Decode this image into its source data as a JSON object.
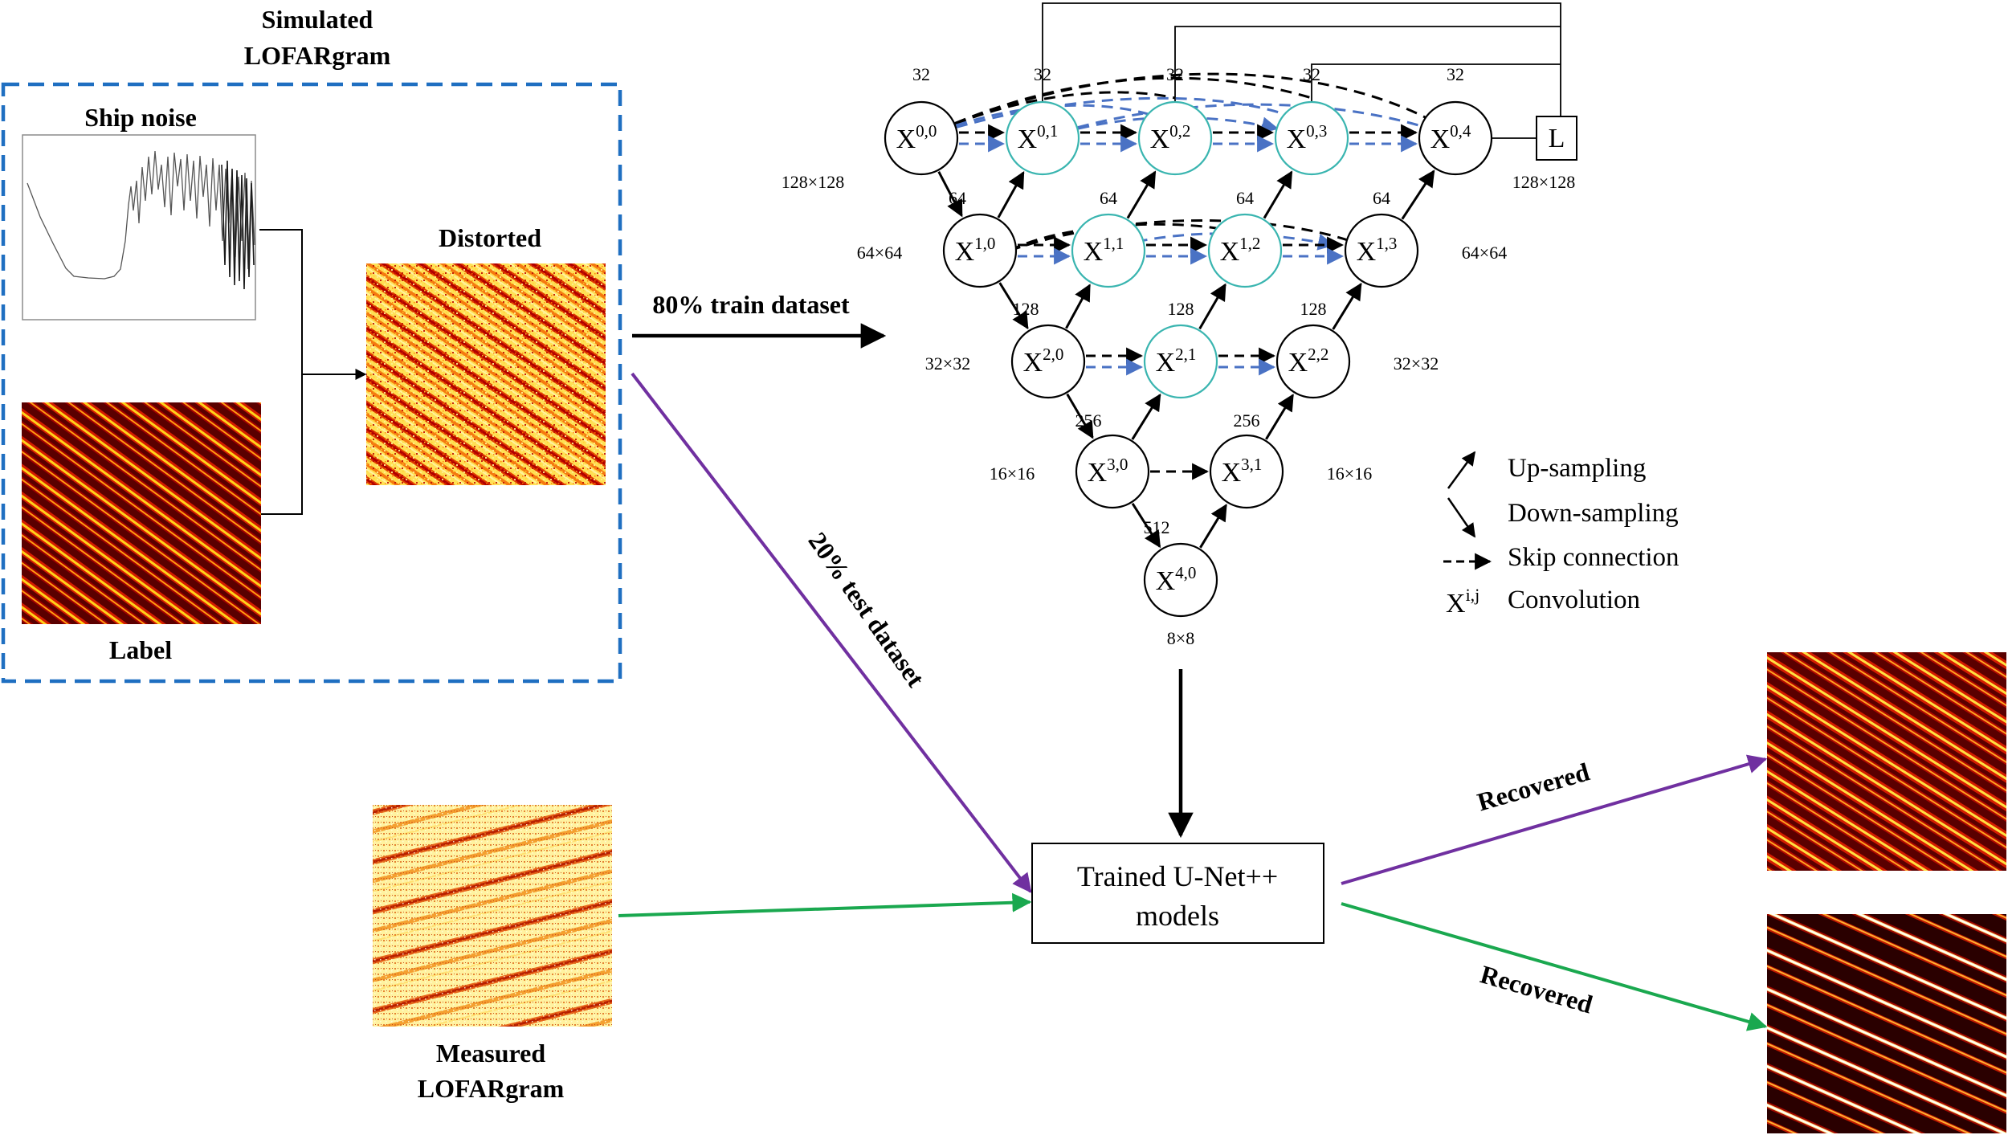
{
  "labels": {
    "simulated_line1": "Simulated",
    "simulated_line2": "LOFARgram",
    "ship_noise": "Ship noise",
    "distorted": "Distorted",
    "label": "Label",
    "train": "80% train dataset",
    "test": "20% test dataset",
    "measured_line1": "Measured",
    "measured_line2": "LOFARgram",
    "model_line1": "Trained U-Net++",
    "model_line2": "models",
    "recovered_top": "Recovered",
    "recovered_bottom": "Recovered",
    "loss": "L"
  },
  "nodes": [
    {
      "id": "x00",
      "base": "X",
      "sup": "0,0",
      "chan": "32",
      "size": "128×128",
      "highlight": false
    },
    {
      "id": "x01",
      "base": "X",
      "sup": "0,1",
      "chan": "32",
      "size": "",
      "highlight": true
    },
    {
      "id": "x02",
      "base": "X",
      "sup": "0,2",
      "chan": "32",
      "size": "",
      "highlight": true
    },
    {
      "id": "x03",
      "base": "X",
      "sup": "0,3",
      "chan": "32",
      "size": "",
      "highlight": true
    },
    {
      "id": "x04",
      "base": "X",
      "sup": "0,4",
      "chan": "32",
      "size": "128×128",
      "highlight": false
    },
    {
      "id": "x10",
      "base": "X",
      "sup": "1,0",
      "chan": "64",
      "size": "64×64",
      "highlight": false
    },
    {
      "id": "x11",
      "base": "X",
      "sup": "1,1",
      "chan": "64",
      "size": "",
      "highlight": true
    },
    {
      "id": "x12",
      "base": "X",
      "sup": "1,2",
      "chan": "64",
      "size": "",
      "highlight": true
    },
    {
      "id": "x13",
      "base": "X",
      "sup": "1,3",
      "chan": "64",
      "size": "64×64",
      "highlight": false
    },
    {
      "id": "x20",
      "base": "X",
      "sup": "2,0",
      "chan": "128",
      "size": "32×32",
      "highlight": false
    },
    {
      "id": "x21",
      "base": "X",
      "sup": "2,1",
      "chan": "128",
      "size": "",
      "highlight": true
    },
    {
      "id": "x22",
      "base": "X",
      "sup": "2,2",
      "chan": "128",
      "size": "32×32",
      "highlight": false
    },
    {
      "id": "x30",
      "base": "X",
      "sup": "3,0",
      "chan": "256",
      "size": "16×16",
      "highlight": false
    },
    {
      "id": "x31",
      "base": "X",
      "sup": "3,1",
      "chan": "256",
      "size": "16×16",
      "highlight": false
    },
    {
      "id": "x40",
      "base": "X",
      "sup": "4,0",
      "chan": "512",
      "size": "8×8",
      "highlight": false
    }
  ],
  "legend": [
    {
      "icon": "up-sampling-arrow-icon",
      "text": "Up-sampling"
    },
    {
      "icon": "down-sampling-arrow-icon",
      "text": "Down-sampling"
    },
    {
      "icon": "skip-connection-arrow-icon",
      "text": "Skip connection"
    },
    {
      "icon": "convolution-symbol",
      "text": "Convolution",
      "symbol_base": "X",
      "symbol_sup": "i,j"
    }
  ],
  "colors": {
    "dashed_box": "#1f6fc1",
    "highlight_node": "#3ab5b0",
    "skip_blue": "#4a72c4",
    "test_arrow": "#7030a0",
    "measured_arrow": "#1aa84f",
    "heat_dark": "#6a0000",
    "heat_mid": "#d41c00",
    "heat_bright": "#ffd21a",
    "heat_light": "#fff6b0"
  }
}
